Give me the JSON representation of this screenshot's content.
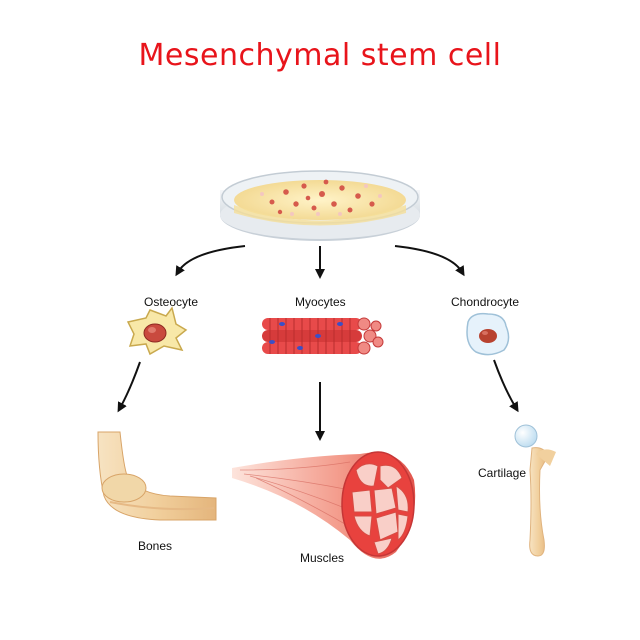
{
  "title": "Mesenchymal stem cell",
  "labels": {
    "osteocyte": "Osteocyte",
    "myocytes": "Myocytes",
    "chondrocyte": "Chondrocyte",
    "bones": "Bones",
    "muscles": "Muscles",
    "cartilage": "Cartilage"
  },
  "colors": {
    "title": "#e8141b",
    "muscle": "#e84a4a",
    "bone": "#f3d3a8",
    "cartilage": "#dfeef8",
    "dish_medium": "#f6e3a2"
  }
}
